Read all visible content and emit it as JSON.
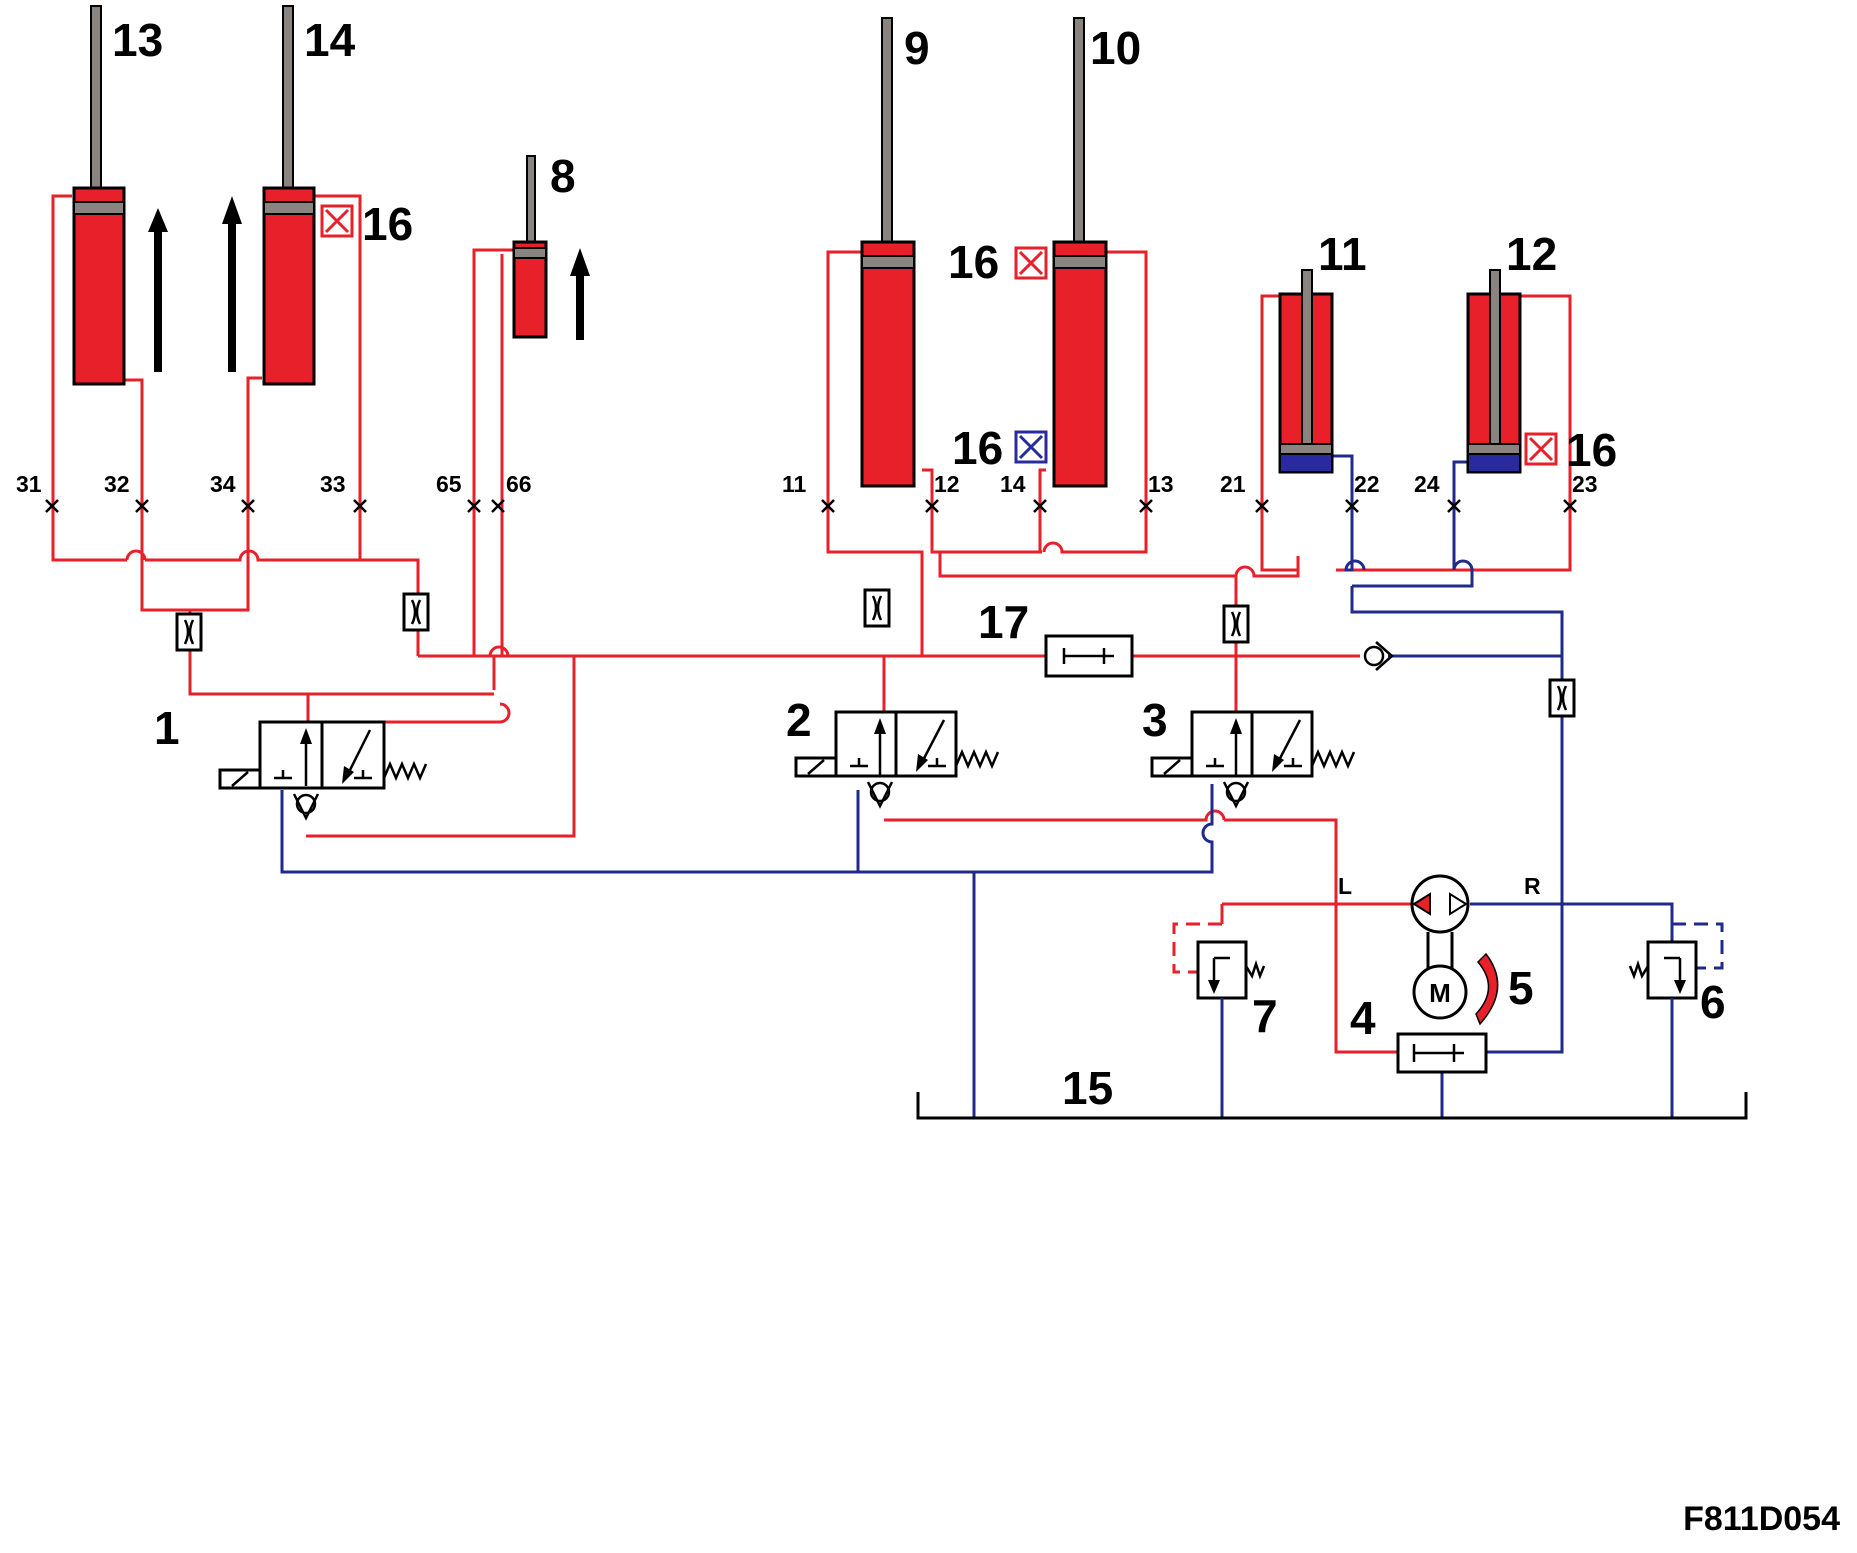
{
  "diagram": {
    "colors": {
      "pressure": "#e8202a",
      "return": "#1f2a8a",
      "rod": "#8a8480",
      "piston_blue": "#2a2aa0"
    },
    "components": {
      "valve_1": "1",
      "valve_2": "2",
      "valve_3": "3",
      "reservoir_valve": "4",
      "motor_direction": "5",
      "relief_valve_right": "6",
      "relief_valve_left": "7",
      "cylinder_8": "8",
      "cylinder_9": "9",
      "cylinder_10": "10",
      "cylinder_11": "11",
      "cylinder_12": "12",
      "cylinder_13": "13",
      "cylinder_14": "14",
      "tank": "15",
      "sensor": "16",
      "shuttle": "17"
    },
    "ports": [
      "31",
      "32",
      "34",
      "33",
      "65",
      "66",
      "11",
      "12",
      "14",
      "13",
      "21",
      "22",
      "24",
      "23"
    ],
    "pump_ports": {
      "left": "L",
      "right": "R"
    },
    "motor_label": "M",
    "figure_code": "F811D054"
  }
}
